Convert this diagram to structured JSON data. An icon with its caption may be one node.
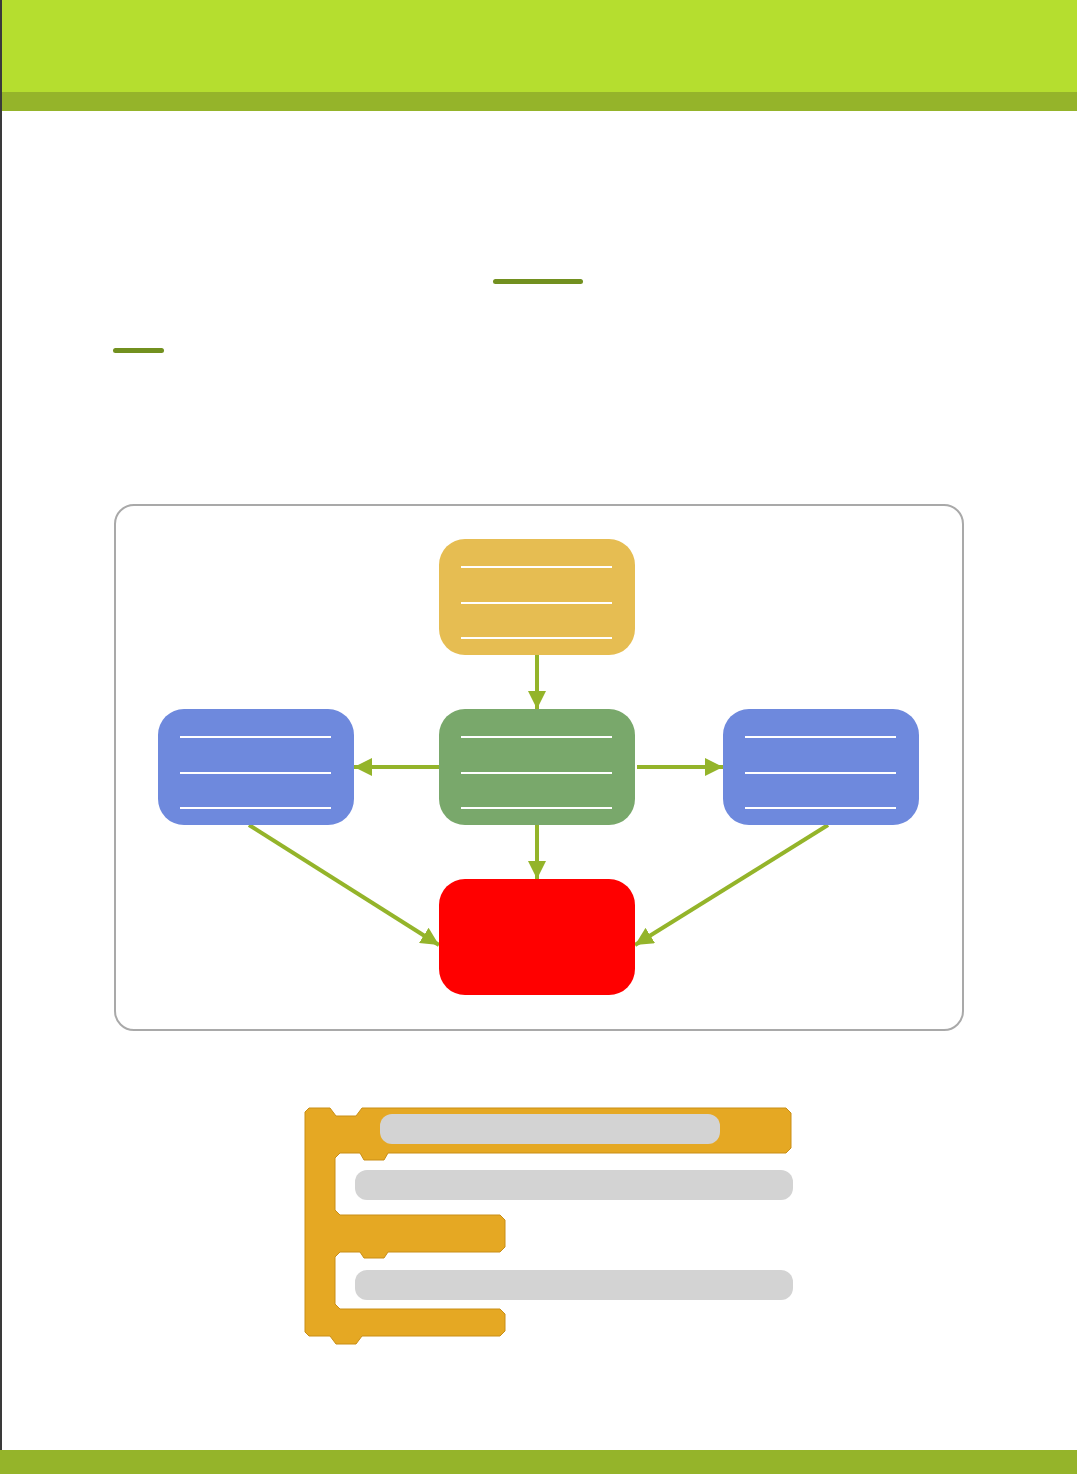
{
  "diagram": {
    "nodes": [
      {
        "text": [],
        "shape": "box"
      },
      {
        "text": [],
        "shape": "box"
      },
      {
        "text": [],
        "shape": "box"
      },
      {
        "text": [],
        "shape": "box"
      },
      {
        "text": [],
        "shape": "box"
      }
    ],
    "edges": [
      {
        "from": 0,
        "to": 2,
        "arrow": "to"
      },
      {
        "from": 2,
        "to": 1,
        "arrow": "to"
      },
      {
        "from": 2,
        "to": 3,
        "arrow": "to"
      },
      {
        "from": 2,
        "to": 4,
        "arrow": "to"
      },
      {
        "from": 1,
        "to": 4,
        "arrow": "to"
      },
      {
        "from": 3,
        "to": 4,
        "arrow": "to"
      }
    ]
  }
}
